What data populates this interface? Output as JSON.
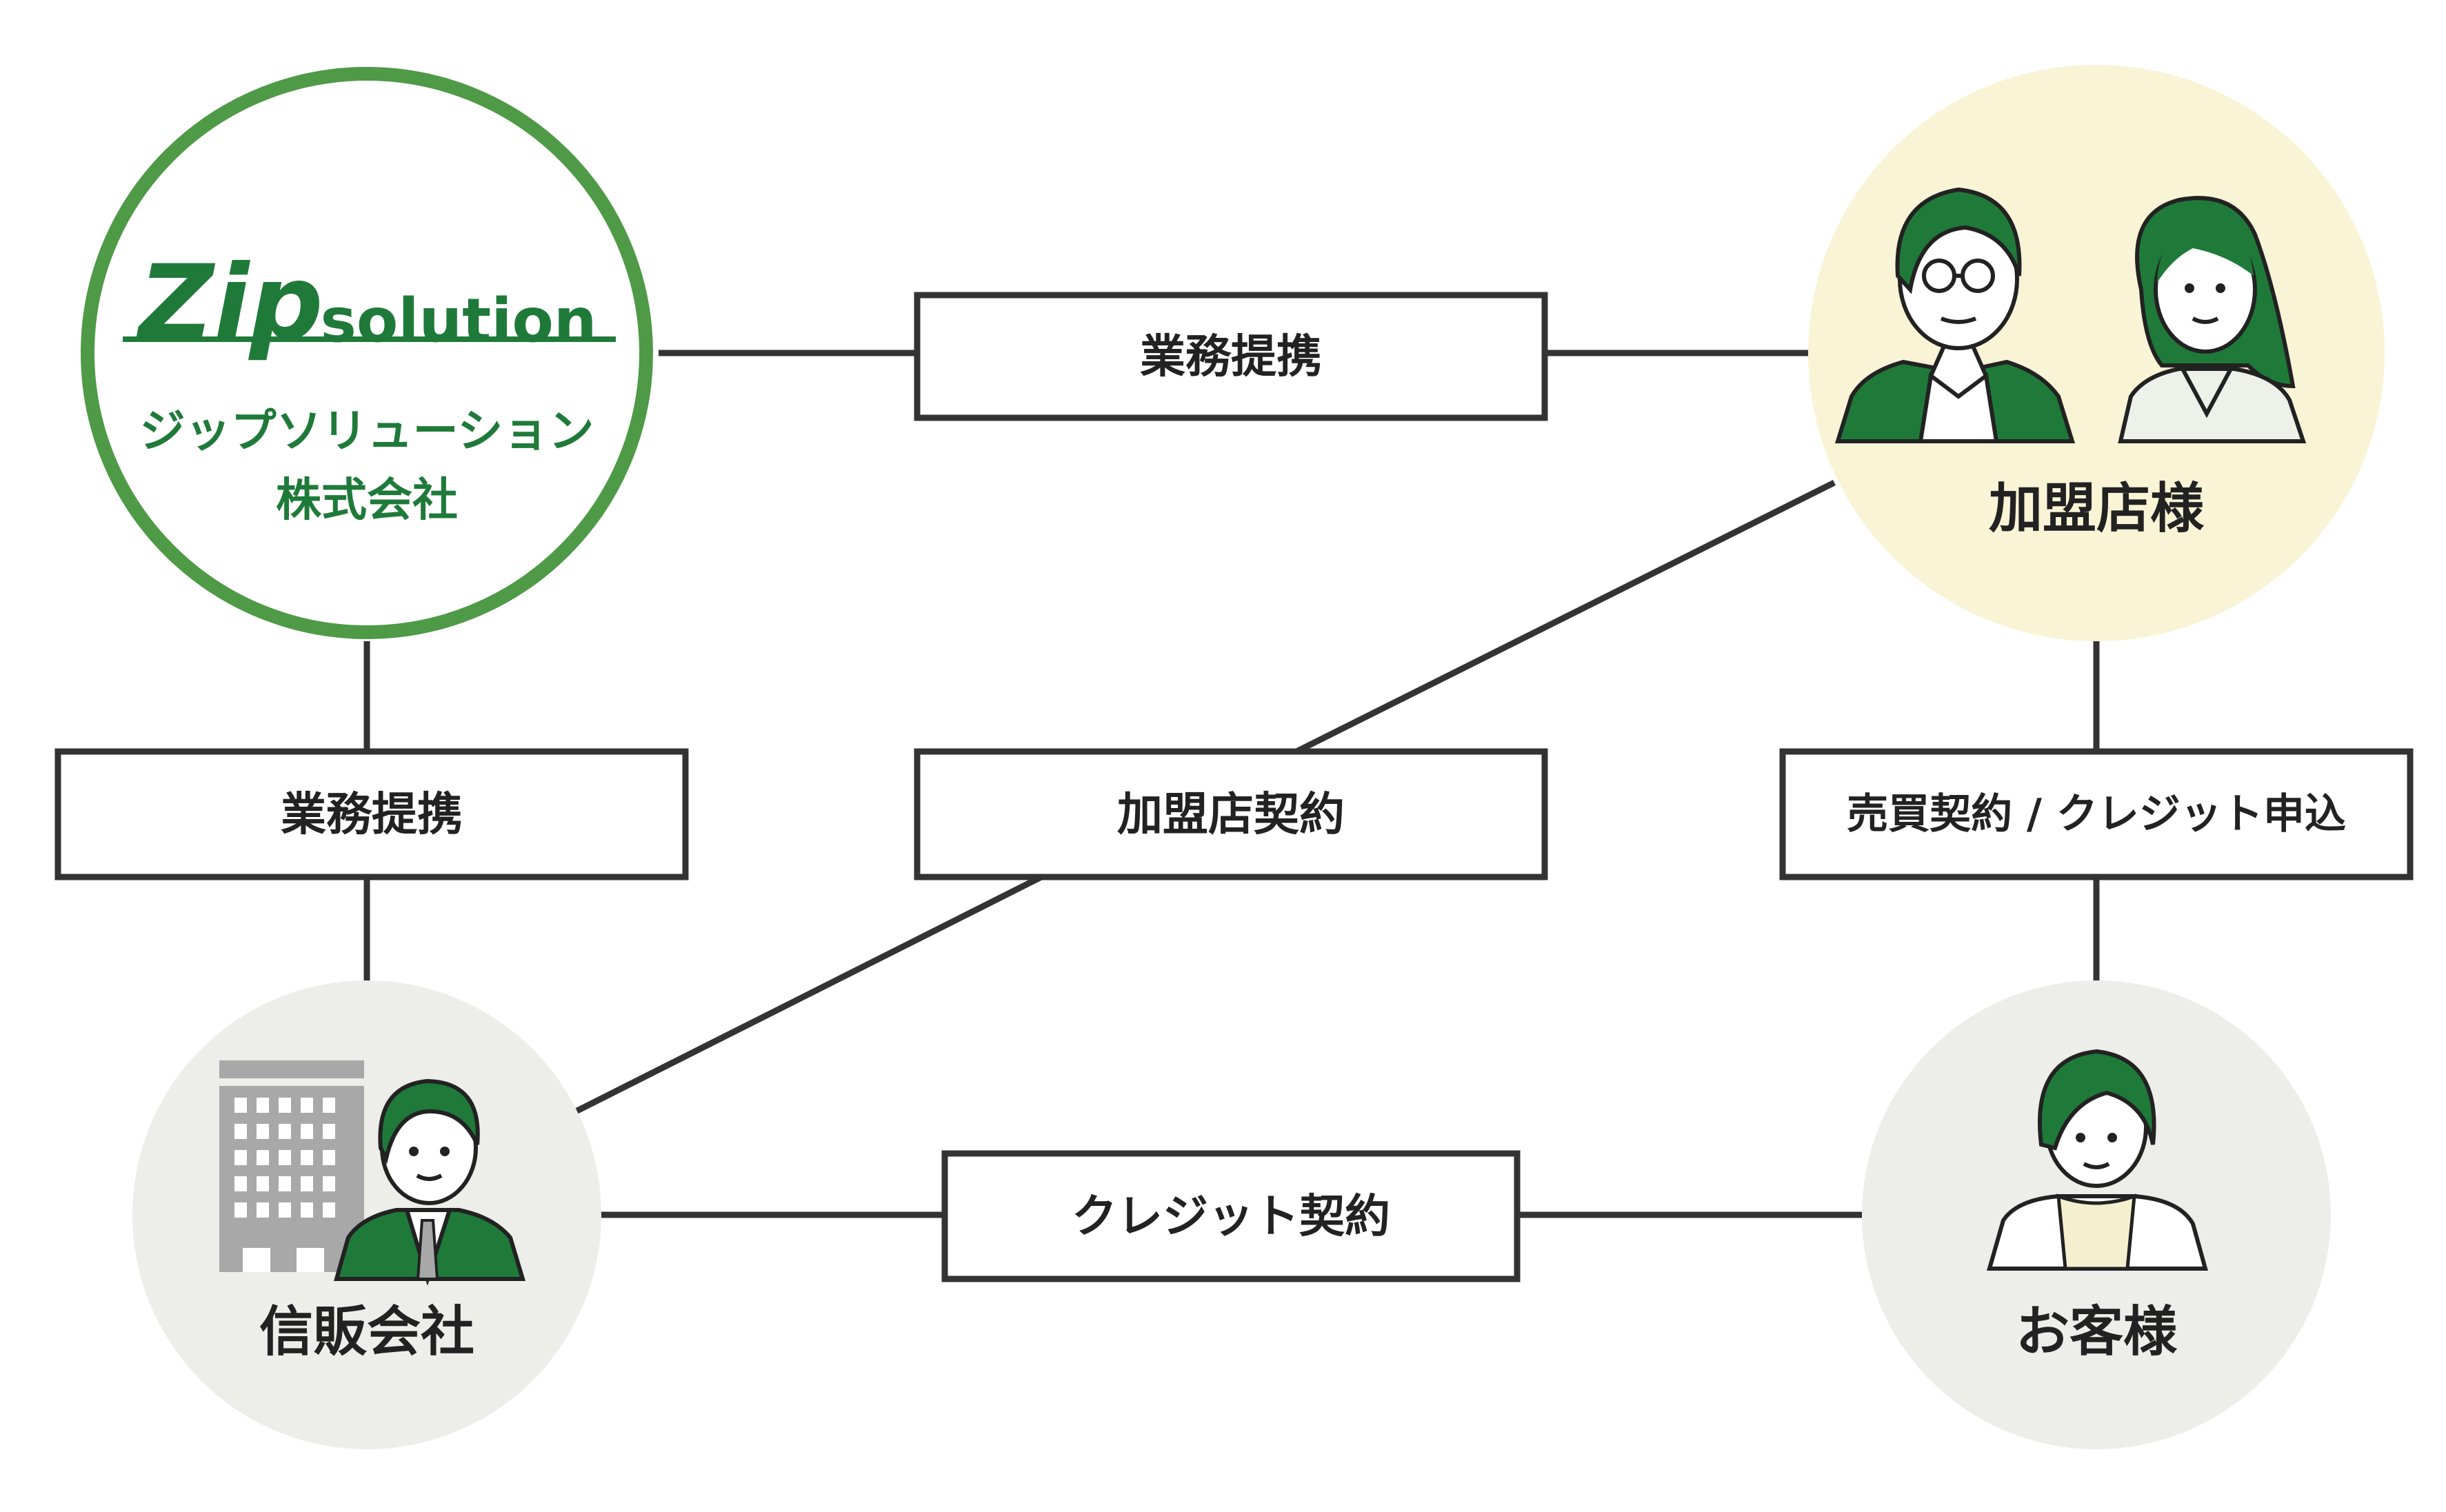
{
  "colors": {
    "line": "#333333",
    "green": "#1f7a3a",
    "green_ring": "#4e9a46",
    "circle_gray": "#edeeea",
    "circle_cream": "#f9f4d6",
    "skin": "#ffffff",
    "building": "#a8a8a8"
  },
  "nodes": {
    "zip": {
      "logo_main": "Zip",
      "logo_sub": "solution",
      "name_line1": "ジップソリューション",
      "name_line2": "株式会社"
    },
    "merchant": {
      "label": "加盟店様"
    },
    "credit_company": {
      "label": "信販会社"
    },
    "customer": {
      "label": "お客様"
    }
  },
  "relations": {
    "zip_merchant": "業務提携",
    "zip_credit": "業務提携",
    "merchant_contract": "加盟店契約",
    "sales_credit": "売買契約 / クレジット申込",
    "credit_contract": "クレジット契約"
  },
  "icons": [
    "zip-solution-logo",
    "man-with-glasses-icon",
    "woman-icon",
    "office-building-icon",
    "businessman-icon",
    "customer-woman-icon"
  ]
}
